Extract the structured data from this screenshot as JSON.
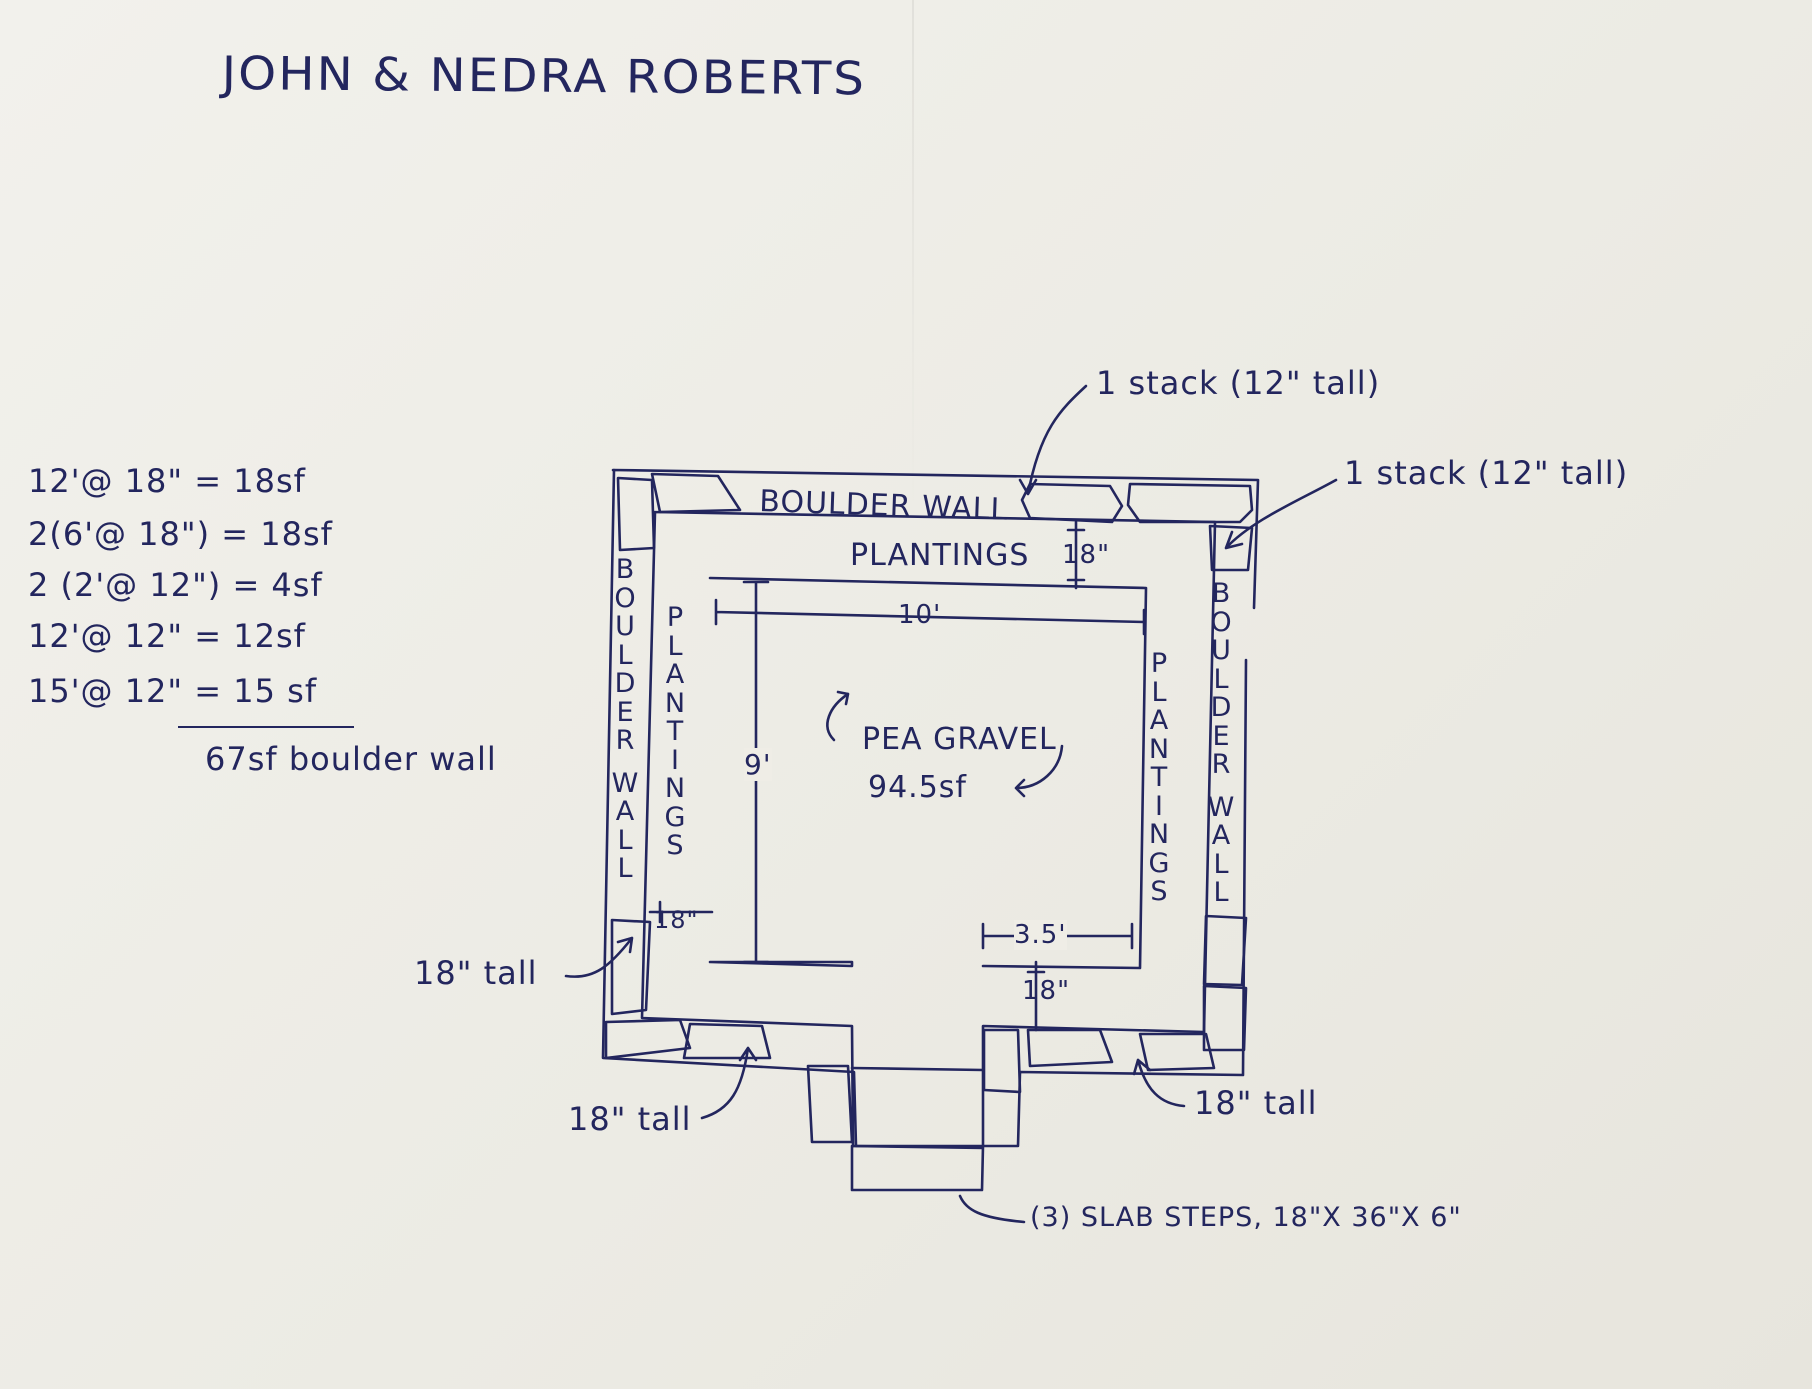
{
  "title": "JOHN & NEDRA ROBERTS",
  "calculations": {
    "lines": [
      "12'@ 18\" = 18sf",
      "2(6'@ 18\") = 18sf",
      "2 (2'@ 12\") = 4sf",
      "12'@ 12\" = 12sf",
      "15'@ 12\" = 15 sf"
    ],
    "total": "67sf boulder wall"
  },
  "plan": {
    "boulder_wall_top": "BOULDER WALL",
    "boulder_wall_left": "BOULDER WALL",
    "boulder_wall_right": "BOULDER WALL",
    "plantings_top": "PLANTINGS",
    "plantings_left": "PLANTINGS",
    "plantings_right": "PLANTINGS",
    "pea_gravel": "PEA GRAVEL",
    "pea_gravel_area": "94.5sf",
    "dim_width": "10'",
    "dim_height": "9'",
    "dim_top_planting": "18\"",
    "dim_left_planting": "18\"",
    "dim_bottom_planting": "18\"",
    "dim_step_offset": "3.5'"
  },
  "annotations": {
    "stack_top": "1 stack (12\" tall)",
    "stack_right": "1 stack (12\" tall)",
    "tall_left": "18\" tall",
    "tall_bottom_left": "18\" tall",
    "tall_bottom_right": "18\" tall",
    "steps": "(3) SLAB STEPS, 18\"X 36\"X 6\""
  },
  "colors": {
    "ink": "#23265e",
    "paper": "#efede6"
  }
}
